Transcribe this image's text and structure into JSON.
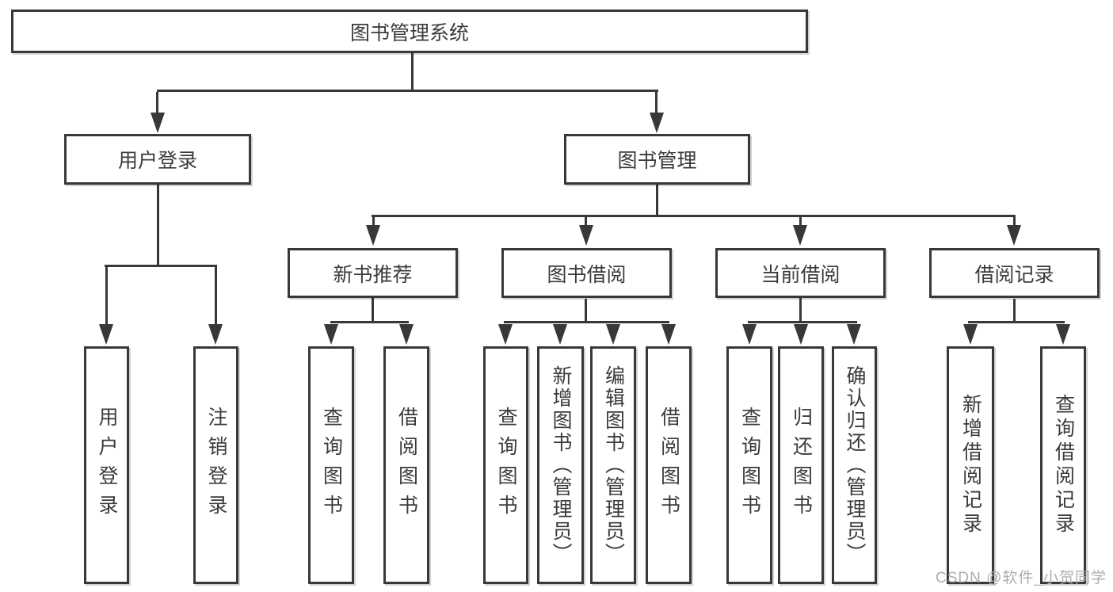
{
  "diagram": {
    "root": {
      "label": "图书管理系统"
    },
    "branches": [
      {
        "label": "用户登录",
        "children": [
          {
            "label": "用户登录"
          },
          {
            "label": "注销登录"
          }
        ]
      },
      {
        "label": "图书管理",
        "children": [
          {
            "label": "新书推荐",
            "children": [
              {
                "label": "查询图书"
              },
              {
                "label": "借阅图书"
              }
            ]
          },
          {
            "label": "图书借阅",
            "children": [
              {
                "label": "查询图书"
              },
              {
                "label": "新增图书（管理员）"
              },
              {
                "label": "编辑图书（管理员）"
              },
              {
                "label": "借阅图书"
              }
            ]
          },
          {
            "label": "当前借阅",
            "children": [
              {
                "label": "查询图书"
              },
              {
                "label": "归还图书"
              },
              {
                "label": "确认归还（管理员）"
              }
            ]
          },
          {
            "label": "借阅记录",
            "children": [
              {
                "label": "新增借阅记录"
              },
              {
                "label": "查询借阅记录"
              }
            ]
          }
        ]
      }
    ]
  },
  "watermark": {
    "text": "CSDN @软件_小贺同学"
  },
  "colors": {
    "line": "#383838",
    "text": "#3b3b3b",
    "background": "#ffffff",
    "watermark": "#adadad"
  }
}
